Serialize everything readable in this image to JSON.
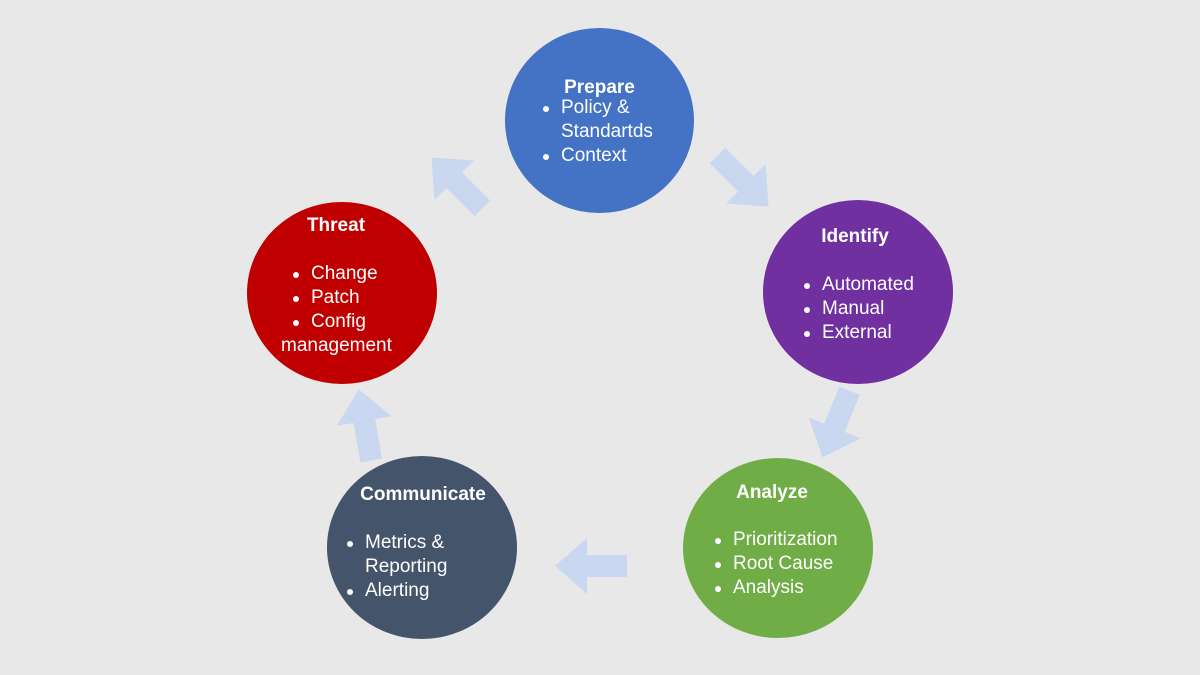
{
  "nodes": [
    {
      "id": "prepare",
      "title": "Prepare",
      "color": "#4472c4",
      "items": [
        "Policy &",
        "Standartds",
        "Context"
      ]
    },
    {
      "id": "identify",
      "title": "Identify",
      "color": "#7030a0",
      "items": [
        "Automated",
        "Manual",
        "External"
      ]
    },
    {
      "id": "analyze",
      "title": "Analyze",
      "color": "#70ad47",
      "items": [
        "Prioritization",
        "Root Cause",
        "Analysis"
      ]
    },
    {
      "id": "communicate",
      "title": "Communicate",
      "color": "#44546a",
      "items": [
        "Metrics &",
        "Reporting",
        "Alerting"
      ]
    },
    {
      "id": "threat",
      "title": "Threat",
      "color": "#c00000",
      "items": [
        "Change",
        "Patch",
        "Config",
        "management"
      ]
    }
  ],
  "arrow_color": "#c9d8f0",
  "flow": [
    "prepare",
    "identify",
    "analyze",
    "communicate",
    "threat",
    "prepare"
  ]
}
